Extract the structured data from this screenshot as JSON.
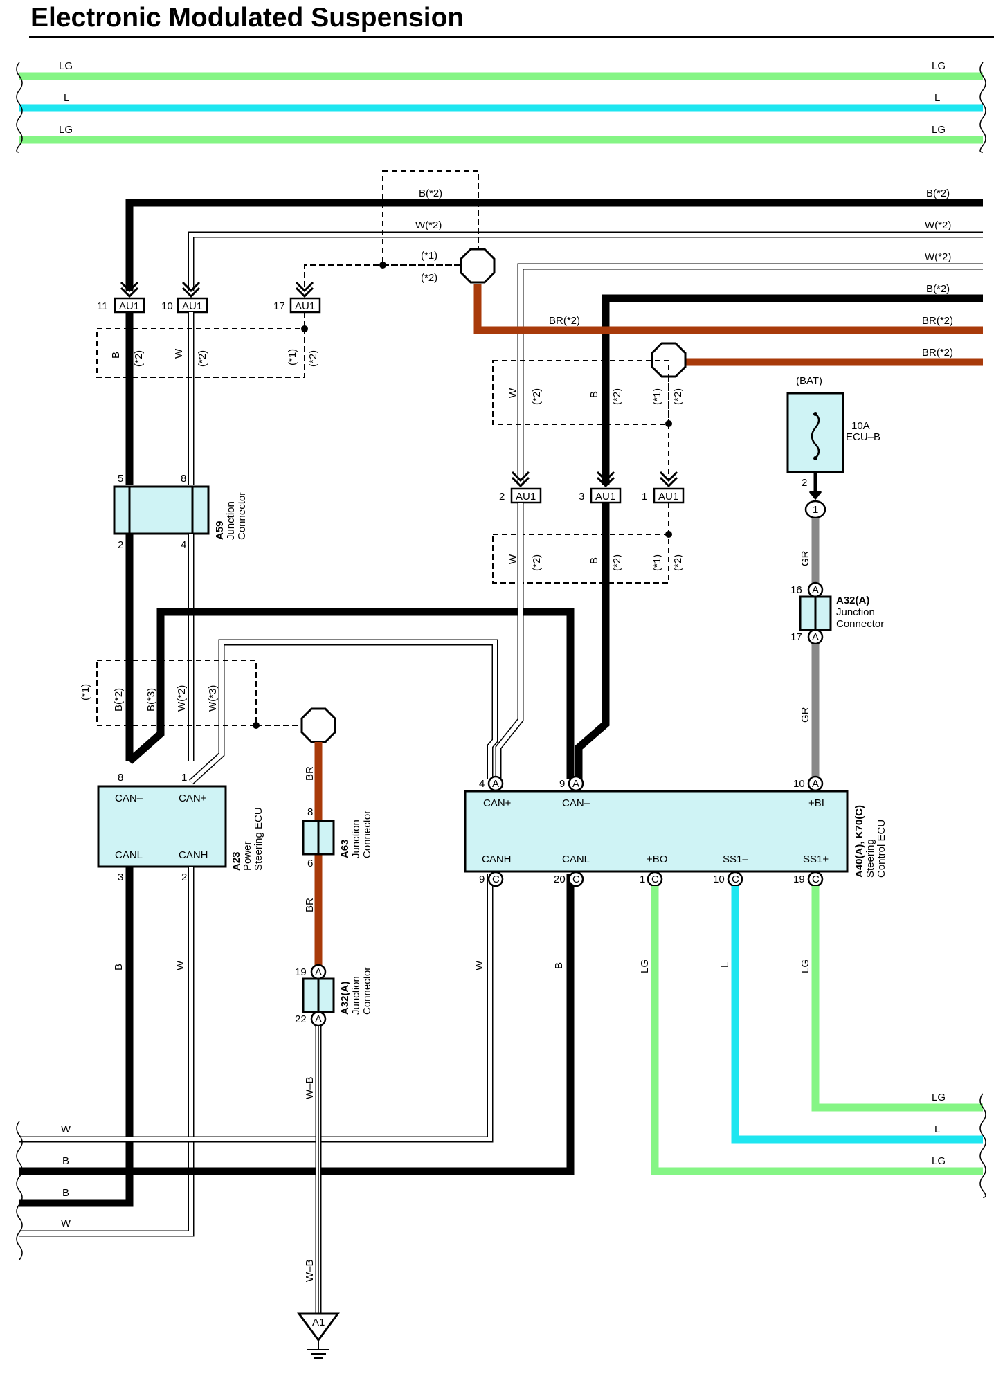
{
  "title": "Electronic Modulated Suspension",
  "colors": {
    "LG": "#85f585",
    "L": "#1ee6f0",
    "B": "#000000",
    "W": "#ffffff",
    "BR": "#a83a0a",
    "GR": "#888888",
    "component_fill": "#cff3f5"
  },
  "top_bus": [
    {
      "left": "LG",
      "right": "LG"
    },
    {
      "left": "L",
      "right": "L"
    },
    {
      "left": "LG",
      "right": "LG"
    }
  ],
  "right_wires": [
    "B(*2)",
    "W(*2)",
    "W(*2)",
    "B(*2)",
    "BR(*2)",
    "BR(*2)"
  ],
  "wire_labels": {
    "b_star2": "B(*2)",
    "w_star2": "W(*2)",
    "br_star2": "BR(*2)",
    "star1": "(*1)",
    "star2": "(*2)",
    "b": "B",
    "w": "W",
    "br": "BR",
    "gr": "GR",
    "lg": "LG",
    "l": "L",
    "wb": "W–B",
    "b_star3": "B(*3)",
    "w_star3": "W(*3)"
  },
  "connectors": {
    "au1": "AU1",
    "au1_left_pins": [
      "11",
      "10",
      "17"
    ],
    "au1_right_pins": [
      "2",
      "3",
      "1"
    ],
    "a59": {
      "id": "A59",
      "desc": [
        "Junction",
        "Connector"
      ],
      "pins_top": [
        "5",
        "8"
      ],
      "pins_bottom": [
        "2",
        "4"
      ]
    },
    "a63": {
      "id": "A63",
      "desc": [
        "Junction",
        "Connector"
      ],
      "pins": [
        "8",
        "6"
      ]
    },
    "a32_upper": {
      "id": "A32(A)",
      "desc": [
        "Junction",
        "Connector"
      ],
      "pins": [
        "16",
        "17"
      ]
    },
    "a32_lower": {
      "id": "A32(A)",
      "desc": [
        "Junction",
        "Connector"
      ],
      "pins": [
        "19",
        "22"
      ]
    },
    "splice_pin": "1",
    "ground": "A1"
  },
  "fuse": {
    "source": "(BAT)",
    "rating": "10A",
    "name": "ECU–B",
    "pin": "2"
  },
  "letters": {
    "a": "A",
    "c": "C"
  },
  "a23": {
    "id": "A23",
    "desc": [
      "Power",
      "Steering ECU"
    ],
    "terminals": [
      "CAN–",
      "CAN+",
      "CANL",
      "CANH"
    ],
    "pins": [
      "8",
      "1",
      "3",
      "2"
    ]
  },
  "a40": {
    "id": "A40(A), K70(C)",
    "desc": [
      "Steering",
      "Control ECU"
    ],
    "top_terminals": [
      "CAN+",
      "CAN–",
      "+BI"
    ],
    "top_pins": [
      "4",
      "9",
      "10"
    ],
    "bottom_terminals": [
      "CANH",
      "CANL",
      "+BO",
      "SS1–",
      "SS1+"
    ],
    "bottom_pins": [
      "9",
      "20",
      "1",
      "10",
      "19"
    ]
  },
  "bottom_left_wires": [
    "W",
    "B",
    "B",
    "W"
  ],
  "bottom_right_wires": [
    "LG",
    "L",
    "LG"
  ]
}
